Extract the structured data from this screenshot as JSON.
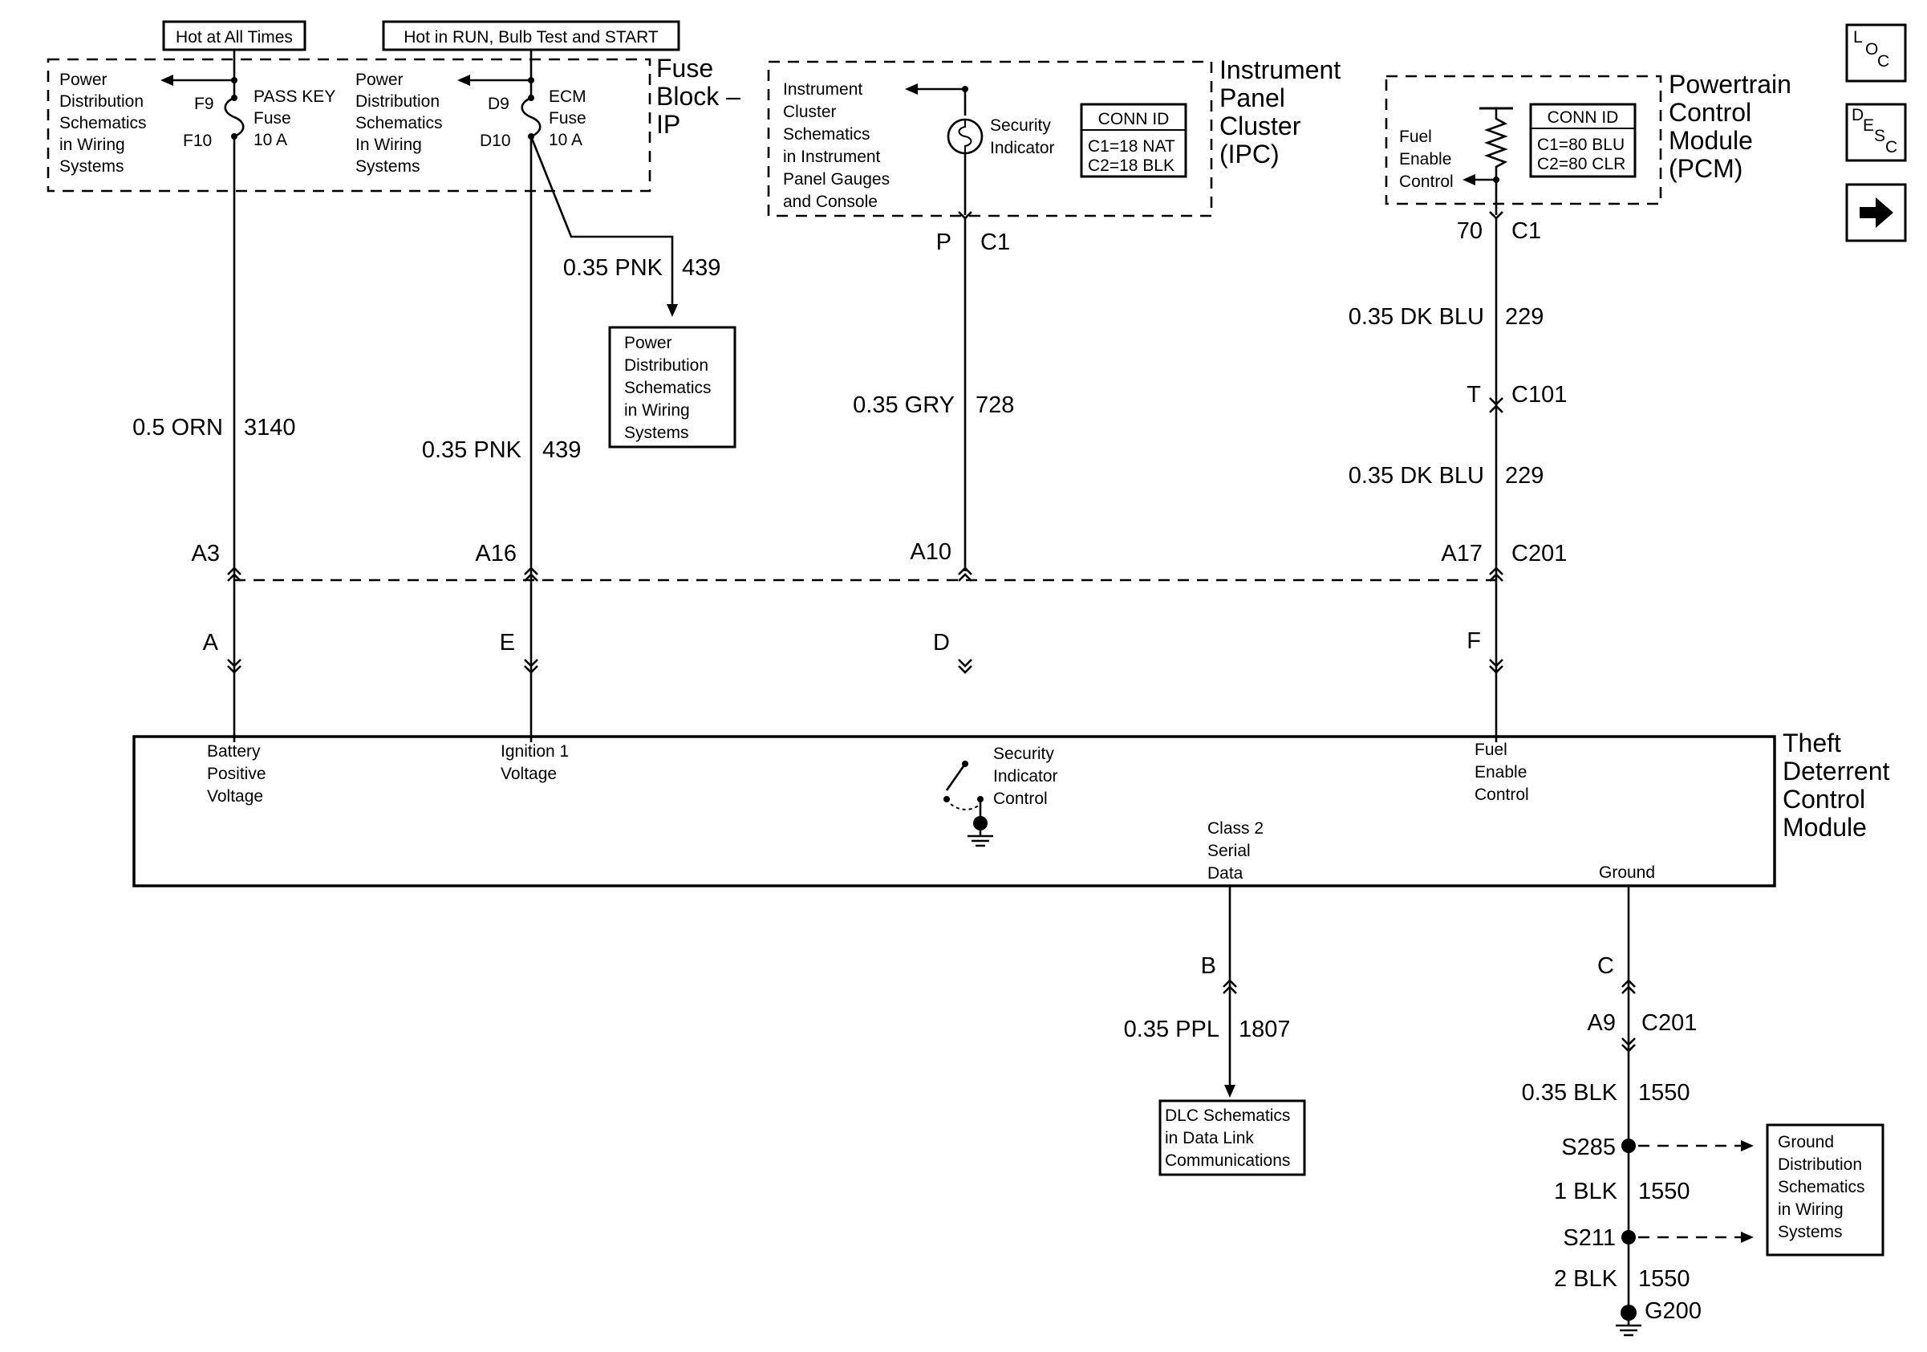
{
  "power": {
    "hot_all_times": "Hot at All Times",
    "hot_run": "Hot in RUN, Bulb Test and START"
  },
  "fuse_block": {
    "title": [
      "Fuse",
      "Block –",
      "IP"
    ],
    "pd_left": [
      "Power",
      "Distribution",
      "Schematics",
      "in Wiring",
      "Systems"
    ],
    "pd_right": [
      "Power",
      "Distribution",
      "Schematics",
      "In Wiring",
      "Systems"
    ],
    "passkey": {
      "pin_in": "F9",
      "pin_out": "F10",
      "lines": [
        "PASS KEY",
        "Fuse",
        "10 A"
      ]
    },
    "ecm": {
      "pin_in": "D9",
      "pin_out": "D10",
      "lines": [
        "ECM",
        "Fuse",
        "10 A"
      ]
    }
  },
  "ipc": {
    "title": [
      "Instrument",
      "Panel",
      "Cluster",
      "(IPC)"
    ],
    "ref": [
      "Instrument",
      "Cluster",
      "Schematics",
      "in Instrument",
      "Panel Gauges",
      "and Console"
    ],
    "indicator": [
      "Security",
      "Indicator"
    ],
    "conn_title": "CONN ID",
    "conn_rows": [
      "C1=18 NAT",
      "C2=18 BLK"
    ],
    "pin": "P",
    "conn": "C1"
  },
  "pcm": {
    "title": [
      "Powertrain",
      "Control",
      "Module",
      "(PCM)"
    ],
    "fuel": [
      "Fuel",
      "Enable",
      "Control"
    ],
    "conn_title": "CONN ID",
    "conn_rows": [
      "C1=80 BLU",
      "C2=80 CLR"
    ],
    "pin": "70",
    "conn": "C1"
  },
  "wires": {
    "orn": {
      "gauge": "0.5 ORN",
      "circuit": "3140"
    },
    "pnk_branch": {
      "gauge": "0.35 PNK",
      "circuit": "439"
    },
    "pnk": {
      "gauge": "0.35 PNK",
      "circuit": "439"
    },
    "gry": {
      "gauge": "0.35 GRY",
      "circuit": "728"
    },
    "dkblu_top": {
      "gauge": "0.35 DK BLU",
      "circuit": "229"
    },
    "dkblu_bottom": {
      "gauge": "0.35 DK BLU",
      "circuit": "229"
    },
    "ppl": {
      "gauge": "0.35 PPL",
      "circuit": "1807"
    },
    "blk_035": {
      "gauge": "0.35 BLK",
      "circuit": "1550"
    },
    "blk_1": {
      "gauge": "1 BLK",
      "circuit": "1550"
    },
    "blk_2": {
      "gauge": "2 BLK",
      "circuit": "1550"
    }
  },
  "pd_branch_ref": [
    "Power",
    "Distribution",
    "Schematics",
    "in Wiring",
    "Systems"
  ],
  "c101": {
    "pin": "T",
    "conn": "C101"
  },
  "c201": {
    "pin_a3": "A3",
    "pin_a16": "A16",
    "pin_a10": "A10",
    "pin_a17": "A17",
    "conn": "C201"
  },
  "module": {
    "title": [
      "Theft",
      "Deterrent",
      "Control",
      "Module"
    ],
    "pin_a": "A",
    "pin_e": "E",
    "pin_d": "D",
    "pin_f": "F",
    "pin_b": "B",
    "pin_c": "C",
    "battery": [
      "Battery",
      "Positive",
      "Voltage"
    ],
    "ignition": [
      "Ignition 1",
      "Voltage"
    ],
    "security": [
      "Security",
      "Indicator",
      "Control"
    ],
    "fuel": [
      "Fuel",
      "Enable",
      "Control"
    ],
    "serial": [
      "Class 2",
      "Serial",
      "Data"
    ],
    "ground": "Ground"
  },
  "dlc_ref": [
    "DLC Schematics",
    "in Data Link",
    "Communications"
  ],
  "ground_path": {
    "pin": "A9",
    "conn": "C201",
    "s285": "S285",
    "s211": "S211",
    "g200": "G200"
  },
  "ground_ref": [
    "Ground",
    "Distribution",
    "Schematics",
    "in Wiring",
    "Systems"
  ],
  "nav": {
    "loc": [
      "L",
      "O",
      "C"
    ],
    "desc": [
      "D",
      "E",
      "S",
      "C"
    ],
    "next_icon": "arrow-right-icon"
  }
}
